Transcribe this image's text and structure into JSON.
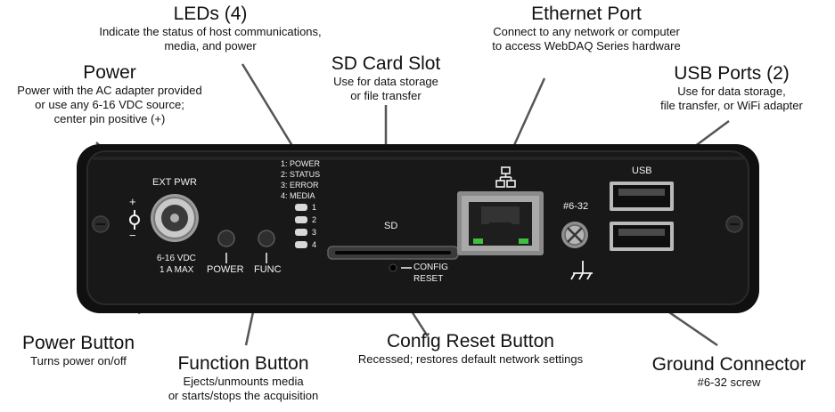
{
  "callouts": {
    "leds": {
      "title": "LEDs (4)",
      "desc": [
        "Indicate the status of host communications,",
        "media, and power"
      ]
    },
    "ethernet": {
      "title": "Ethernet Port",
      "desc": [
        "Connect to any network or computer",
        "to access WebDAQ Series hardware"
      ]
    },
    "power": {
      "title": "Power",
      "desc": [
        "Power with the AC adapter provided",
        "or use any 6-16 VDC source;",
        "center pin positive (+)"
      ]
    },
    "sd": {
      "title": "SD Card Slot",
      "desc": [
        "Use for data storage",
        "or file transfer"
      ]
    },
    "usb": {
      "title": "USB Ports (2)",
      "desc": [
        "Use for data storage,",
        "file transfer, or WiFi adapter"
      ]
    },
    "power_button": {
      "title": "Power Button",
      "desc": [
        "Turns power on/off"
      ]
    },
    "function_button": {
      "title": "Function Button",
      "desc": [
        "Ejects/unmounts media",
        "or starts/stops the acquisition"
      ]
    },
    "config_reset": {
      "title": "Config Reset Button",
      "desc": [
        "Recessed; restores default network settings"
      ]
    },
    "ground": {
      "title": "Ground Connector",
      "desc": [
        "#6-32 screw"
      ]
    }
  },
  "panel_labels": {
    "ext_pwr": "EXT PWR",
    "plus": "+",
    "minus": "−",
    "vdc": "6-16 VDC",
    "amax": "1 A MAX",
    "power": "POWER",
    "func": "FUNC",
    "led_legend": [
      "1: POWER",
      "2: STATUS",
      "3: ERROR",
      "4: MEDIA"
    ],
    "led_numbers": [
      "1",
      "2",
      "3",
      "4"
    ],
    "sd": "SD",
    "config": "CONFIG",
    "reset": "RESET",
    "screw": "#6-32",
    "usb": "USB"
  },
  "colors": {
    "panel": "#141414",
    "panel_edge": "#2a2a2a",
    "label": "#f2f2f2",
    "port_led": "#3fbf3f",
    "leader": "#555555"
  }
}
